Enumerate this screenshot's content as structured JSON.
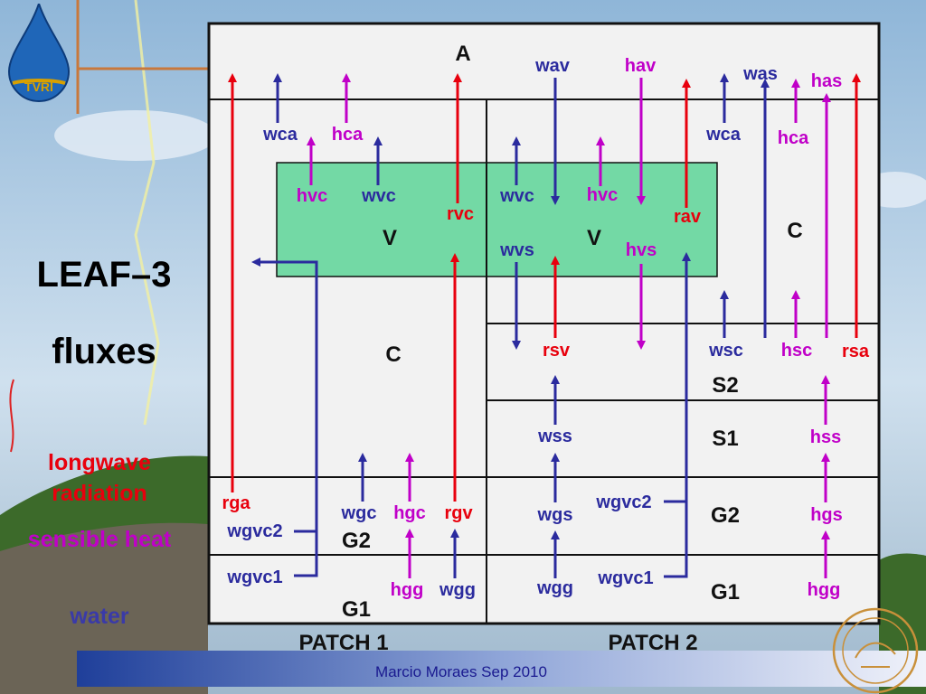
{
  "title": {
    "line1": "LEAF–3",
    "line2": "fluxes"
  },
  "legend": [
    {
      "label": "longwave radiation",
      "color": "#e8000d"
    },
    {
      "label": "sensible heat",
      "color": "#c000c8"
    },
    {
      "label": "water",
      "color": "#3a3aa8"
    }
  ],
  "footer": "Marcio Moraes Sep 2010",
  "logo_text": "TVRI",
  "colors": {
    "red": "#e8000d",
    "magenta": "#c000c8",
    "blue": "#2b2b9e",
    "veg": "#73d9a5"
  },
  "regions": {
    "A": "A",
    "V1": "V",
    "V2": "V",
    "C1": "C",
    "C2": "C",
    "S2": "S2",
    "S1": "S1",
    "G2_left": "G2",
    "G1_left": "G1",
    "G2_right": "G2",
    "G1_right": "G1",
    "patch1": "PATCH 1",
    "patch2": "PATCH 2"
  },
  "fluxes": {
    "wav": "wav",
    "hav": "hav",
    "was": "was",
    "has": "has",
    "wca1": "wca",
    "hca1": "hca",
    "wca2": "wca",
    "hca2": "hca",
    "hvc1": "hvc",
    "wvc1": "wvc",
    "rvc": "rvc",
    "wvc2": "wvc",
    "hvc2": "hvc",
    "rav": "rav",
    "wvs": "wvs",
    "hvs": "hvs",
    "rsv": "rsv",
    "wsc": "wsc",
    "hsc": "hsc",
    "rsa": "rsa",
    "wss": "wss",
    "hss": "hss",
    "rga": "rga",
    "wgvc2_1": "wgvc2",
    "wgvc1_1": "wgvc1",
    "wgc": "wgc",
    "hgc": "hgc",
    "rgv": "rgv",
    "hgg1": "hgg",
    "wgg1": "wgg",
    "wgs": "wgs",
    "wgvc2_2": "wgvc2",
    "hgs": "hgs",
    "wgg2": "wgg",
    "wgvc1_2": "wgvc1",
    "hgg2": "hgg"
  }
}
